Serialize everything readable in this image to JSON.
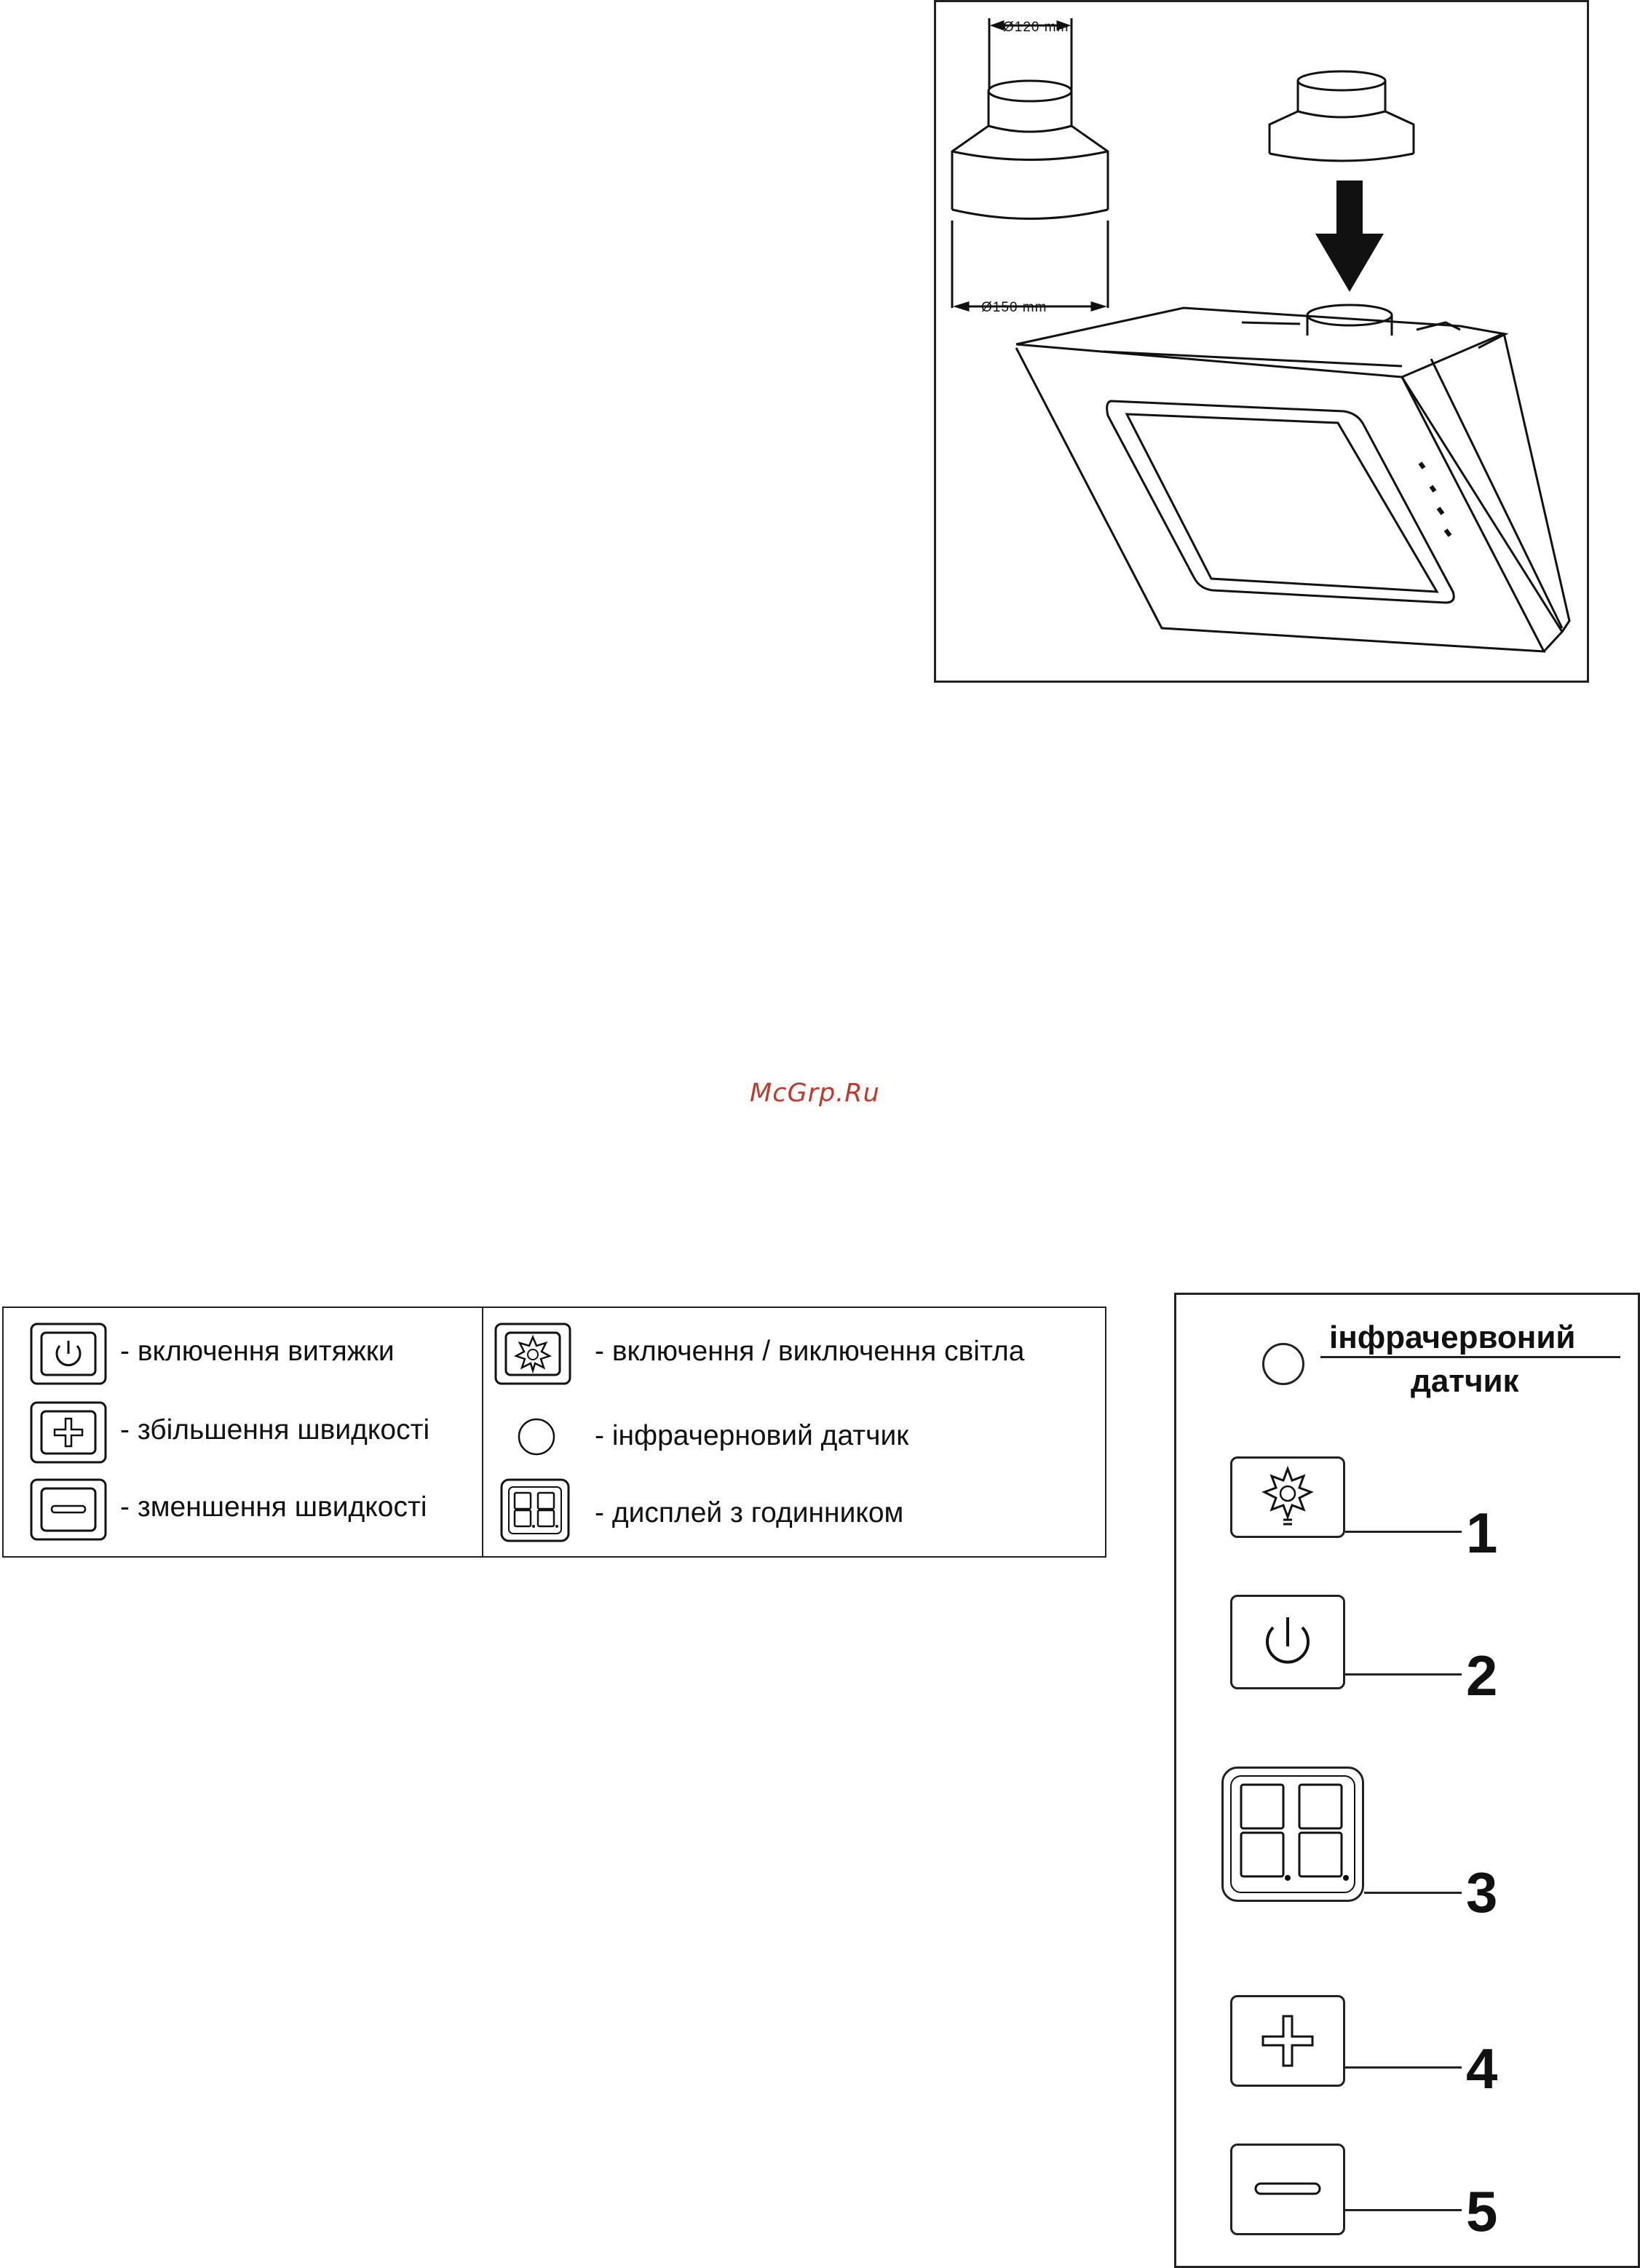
{
  "installation_figure": {
    "dimension_top": "Ø120 mm",
    "dimension_bottom": "Ø150 mm"
  },
  "watermark": "McGrp.Ru",
  "legend": {
    "items_left": [
      {
        "icon": "power-icon",
        "label": "- включення витяжки"
      },
      {
        "icon": "plus-icon",
        "label": "- збільшення швидкості"
      },
      {
        "icon": "minus-icon",
        "label": "- зменшення швидкості"
      }
    ],
    "items_right": [
      {
        "icon": "light-bulb-icon",
        "label": "- включення / виключення світла"
      },
      {
        "icon": "infrared-sensor-icon",
        "label": "- інфрачерновий датчик"
      },
      {
        "icon": "display-clock-icon",
        "label": "- дисплей з годинником"
      }
    ]
  },
  "control_panel": {
    "sensor_label_line1": "інфрачервоний",
    "sensor_label_line2": "датчик",
    "numbers": [
      "1",
      "2",
      "3",
      "4",
      "5"
    ]
  }
}
